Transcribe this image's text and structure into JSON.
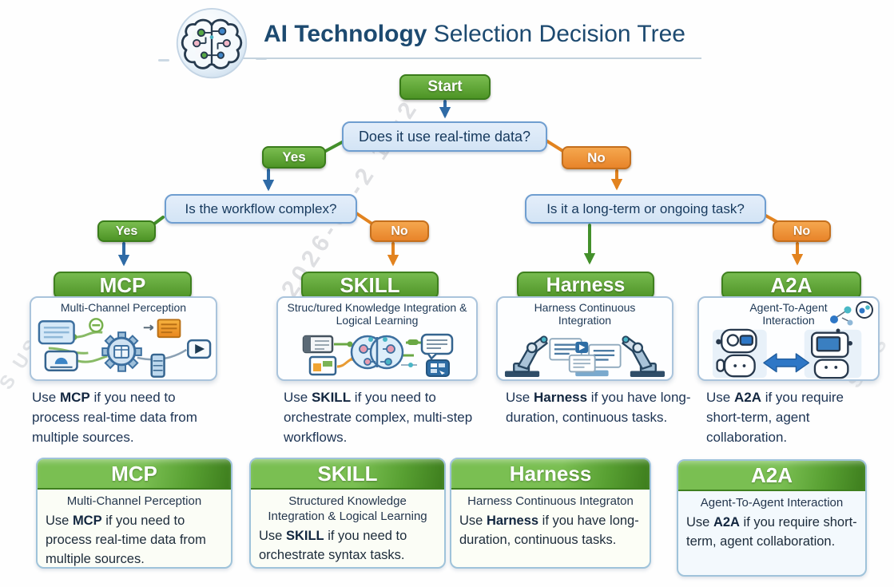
{
  "header": {
    "logo_icon": "brain-circuit-icon",
    "title_bold": "AI Technology",
    "title_rest": " Selection Decision Tree"
  },
  "watermarks": {
    "diagonal_top": "2026-03-2  10:2",
    "diagonal_left": "S US",
    "diagonal_right": "S US"
  },
  "flow": {
    "start": "Start",
    "q1": "Does it use real-time data?",
    "q2": "Is the workflow complex?",
    "q3": "Is it a long-term or ongoing task?",
    "yes": "Yes",
    "no": "No"
  },
  "colors": {
    "green_accent": "#5ba033",
    "orange_accent": "#ef9440",
    "blue_arrow": "#2f6ba6",
    "decision_fill": "#dbe8f6",
    "decision_border": "#6f9ed0",
    "navy_text": "#1c3a5e"
  },
  "tech_cards": [
    {
      "title": "MCP",
      "subtitle": "Multi-Channel Perception",
      "illustration_icon": "multi-channel-network-illustration",
      "use_prefix": "Use ",
      "use_keyword": "MCP",
      "use_rest": " if you need to process real-time data from multiple sources."
    },
    {
      "title": "SKILL",
      "subtitle": "Struc/tured Knowledge Integration & Logical Learning",
      "illustration_icon": "brain-knowledge-network-illustration",
      "use_prefix": "Use ",
      "use_keyword": "SKILL",
      "use_rest": " if you need to orchestrate complex, multi-step workflows."
    },
    {
      "title": "Harness",
      "subtitle": "Harness Continuous Integration",
      "illustration_icon": "robot-arms-documents-illustration",
      "use_prefix": "Use ",
      "use_keyword": "Harness",
      "use_rest": " if you have long-duration, continuous tasks."
    },
    {
      "title": "A2A",
      "subtitle": "Agent-To-Agent Interaction",
      "illustration_icon": "two-robots-arrow-illustration",
      "use_prefix": "Use ",
      "use_keyword": "A2A",
      "use_rest": " if you require short-term, agent collaboration."
    }
  ],
  "summary_cards": [
    {
      "title": "MCP",
      "subtitle": "Multi-Channel Perception",
      "use_prefix": "Use ",
      "use_keyword": "MCP",
      "use_rest": " if you need to process real-time data from multiple sources."
    },
    {
      "title": "SKILL",
      "subtitle": "Structured Knowledge Integration & Logical Learning",
      "use_prefix": "Use ",
      "use_keyword": "SKILL",
      "use_rest": " if you need to orchestrate syntax tasks."
    },
    {
      "title": "Harness",
      "subtitle": "Harness Continuous Integraton",
      "use_prefix": "Use ",
      "use_keyword": "Harness",
      "use_rest": " if you have long-duration, continuous tasks."
    },
    {
      "title": "A2A",
      "subtitle": "Agent-To-Agent Interaction",
      "use_prefix": "Use ",
      "use_keyword": "A2A",
      "use_rest": " if you require short-term, agent collaboration."
    }
  ]
}
